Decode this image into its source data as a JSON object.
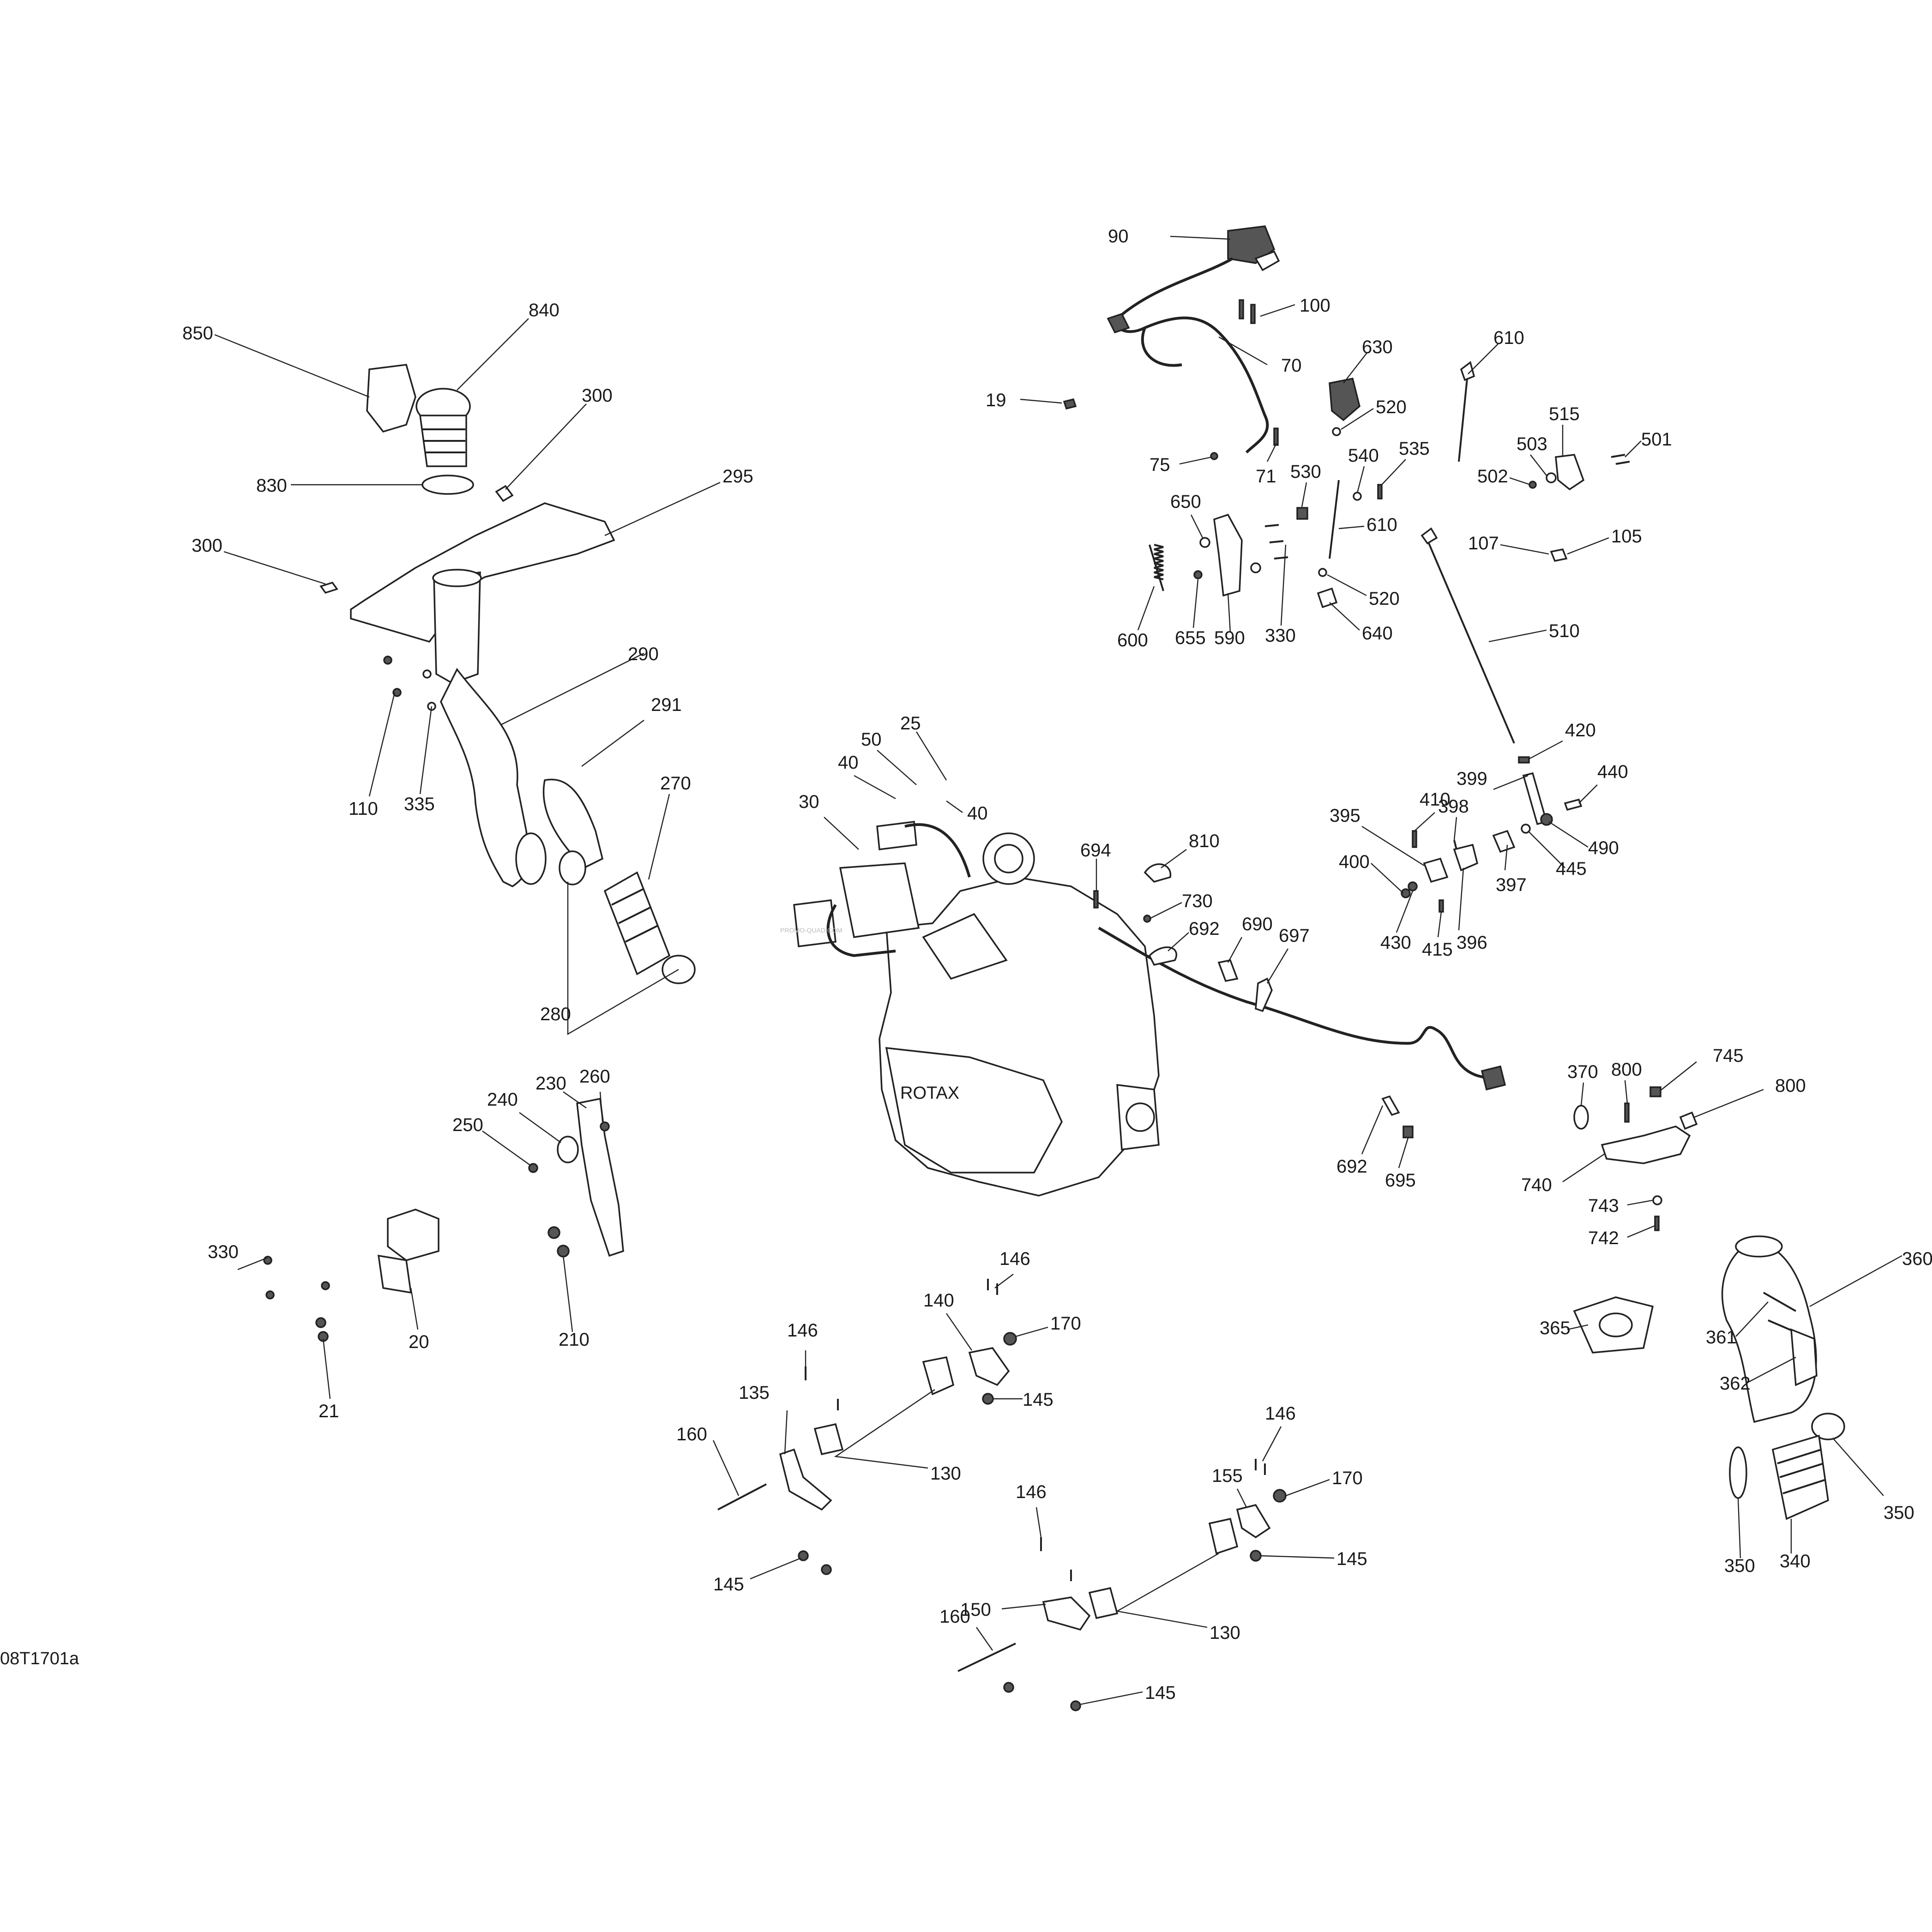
{
  "diagram": {
    "reference_code": "08T1701a",
    "watermark": "PROMO-QUAD.COM",
    "engine_brand": "ROTAX",
    "callouts": [
      {
        "id": "c850",
        "label": "850"
      },
      {
        "id": "c840",
        "label": "840"
      },
      {
        "id": "c300a",
        "label": "300"
      },
      {
        "id": "c830",
        "label": "830"
      },
      {
        "id": "c295",
        "label": "295"
      },
      {
        "id": "c300b",
        "label": "300"
      },
      {
        "id": "c290",
        "label": "290"
      },
      {
        "id": "c291",
        "label": "291"
      },
      {
        "id": "c110",
        "label": "110"
      },
      {
        "id": "c335",
        "label": "335"
      },
      {
        "id": "c270",
        "label": "270"
      },
      {
        "id": "c280",
        "label": "280"
      },
      {
        "id": "c90",
        "label": "90"
      },
      {
        "id": "c100",
        "label": "100"
      },
      {
        "id": "c70",
        "label": "70"
      },
      {
        "id": "c19",
        "label": "19"
      },
      {
        "id": "c630",
        "label": "630"
      },
      {
        "id": "c520a",
        "label": "520"
      },
      {
        "id": "c75",
        "label": "75"
      },
      {
        "id": "c71",
        "label": "71"
      },
      {
        "id": "c530",
        "label": "530"
      },
      {
        "id": "c540",
        "label": "540"
      },
      {
        "id": "c535",
        "label": "535"
      },
      {
        "id": "c610a",
        "label": "610"
      },
      {
        "id": "c515",
        "label": "515"
      },
      {
        "id": "c503",
        "label": "503"
      },
      {
        "id": "c501",
        "label": "501"
      },
      {
        "id": "c502",
        "label": "502"
      },
      {
        "id": "c650",
        "label": "650"
      },
      {
        "id": "c610b",
        "label": "610"
      },
      {
        "id": "c107",
        "label": "107"
      },
      {
        "id": "c105",
        "label": "105"
      },
      {
        "id": "c520b",
        "label": "520"
      },
      {
        "id": "c600",
        "label": "600"
      },
      {
        "id": "c655",
        "label": "655"
      },
      {
        "id": "c590",
        "label": "590"
      },
      {
        "id": "c330a",
        "label": "330"
      },
      {
        "id": "c640",
        "label": "640"
      },
      {
        "id": "c510",
        "label": "510"
      },
      {
        "id": "c25",
        "label": "25"
      },
      {
        "id": "c50",
        "label": "50"
      },
      {
        "id": "c40a",
        "label": "40"
      },
      {
        "id": "c40b",
        "label": "40"
      },
      {
        "id": "c30",
        "label": "30"
      },
      {
        "id": "c694",
        "label": "694"
      },
      {
        "id": "c810",
        "label": "810"
      },
      {
        "id": "c730",
        "label": "730"
      },
      {
        "id": "c692a",
        "label": "692"
      },
      {
        "id": "c690",
        "label": "690"
      },
      {
        "id": "c697",
        "label": "697"
      },
      {
        "id": "c420",
        "label": "420"
      },
      {
        "id": "c399",
        "label": "399"
      },
      {
        "id": "c440",
        "label": "440"
      },
      {
        "id": "c410",
        "label": "410"
      },
      {
        "id": "c395",
        "label": "395"
      },
      {
        "id": "c398",
        "label": "398"
      },
      {
        "id": "c400",
        "label": "400"
      },
      {
        "id": "c490",
        "label": "490"
      },
      {
        "id": "c445",
        "label": "445"
      },
      {
        "id": "c397",
        "label": "397"
      },
      {
        "id": "c430",
        "label": "430"
      },
      {
        "id": "c415",
        "label": "415"
      },
      {
        "id": "c396",
        "label": "396"
      },
      {
        "id": "c692b",
        "label": "692"
      },
      {
        "id": "c695",
        "label": "695"
      },
      {
        "id": "c370",
        "label": "370"
      },
      {
        "id": "c800a",
        "label": "800"
      },
      {
        "id": "c745",
        "label": "745"
      },
      {
        "id": "c800b",
        "label": "800"
      },
      {
        "id": "c740",
        "label": "740"
      },
      {
        "id": "c743",
        "label": "743"
      },
      {
        "id": "c742",
        "label": "742"
      },
      {
        "id": "c360",
        "label": "360"
      },
      {
        "id": "c365",
        "label": "365"
      },
      {
        "id": "c361",
        "label": "361"
      },
      {
        "id": "c362",
        "label": "362"
      },
      {
        "id": "c350a",
        "label": "350"
      },
      {
        "id": "c350b",
        "label": "350"
      },
      {
        "id": "c340",
        "label": "340"
      },
      {
        "id": "c260",
        "label": "260"
      },
      {
        "id": "c230",
        "label": "230"
      },
      {
        "id": "c240",
        "label": "240"
      },
      {
        "id": "c250",
        "label": "250"
      },
      {
        "id": "c330b",
        "label": "330"
      },
      {
        "id": "c20",
        "label": "20"
      },
      {
        "id": "c210",
        "label": "210"
      },
      {
        "id": "c21",
        "label": "21"
      },
      {
        "id": "c146a",
        "label": "146"
      },
      {
        "id": "c140",
        "label": "140"
      },
      {
        "id": "c170a",
        "label": "170"
      },
      {
        "id": "c146b",
        "label": "146"
      },
      {
        "id": "c135",
        "label": "135"
      },
      {
        "id": "c145a",
        "label": "145"
      },
      {
        "id": "c160a",
        "label": "160"
      },
      {
        "id": "c130a",
        "label": "130"
      },
      {
        "id": "c145b",
        "label": "145"
      },
      {
        "id": "c146c",
        "label": "146"
      },
      {
        "id": "c155",
        "label": "155"
      },
      {
        "id": "c170b",
        "label": "170"
      },
      {
        "id": "c146d",
        "label": "146"
      },
      {
        "id": "c145c",
        "label": "145"
      },
      {
        "id": "c150",
        "label": "150"
      },
      {
        "id": "c130b",
        "label": "130"
      },
      {
        "id": "c160b",
        "label": "160"
      },
      {
        "id": "c145d",
        "label": "145"
      }
    ]
  }
}
